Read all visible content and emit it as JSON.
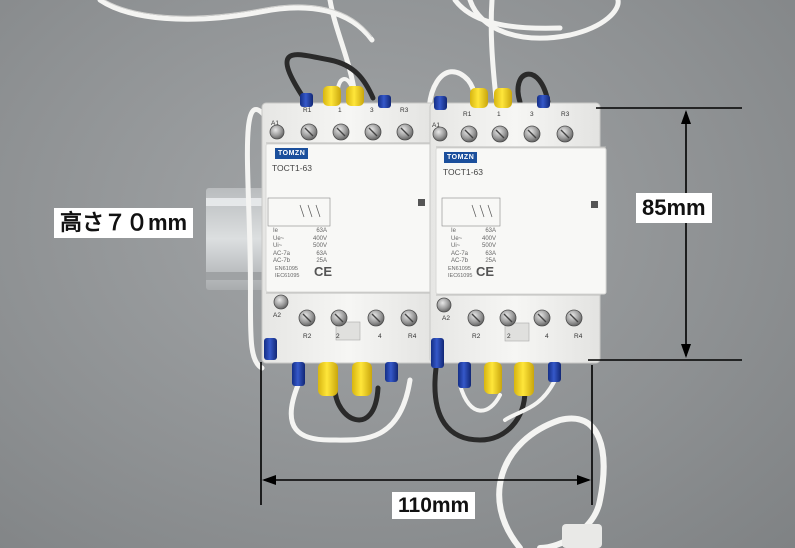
{
  "annotations": {
    "height_label": "高さ７０mm",
    "height_dim": "85mm",
    "width_dim": "110mm"
  },
  "device": {
    "brand": "TOMZN",
    "model_left": "TOCT1-63",
    "model_right": "TOCT1-63",
    "top_terminals": [
      "A1",
      "R1",
      "1",
      "3",
      "R3"
    ],
    "bottom_terminals": [
      "A2",
      "R2",
      "2",
      "4",
      "R4"
    ],
    "specs": [
      "Ie",
      "Ue~",
      "Ui~",
      "AC-7a",
      "AC-7b"
    ],
    "spec_values": [
      "63A",
      "400V",
      "500V",
      "63A",
      "25A"
    ],
    "standards": [
      "EN61095",
      "IEC61095"
    ],
    "ce": "CE"
  },
  "colors": {
    "background": "#8f9294",
    "housing": "#f1f1ef",
    "din_rail": "#c9ccce",
    "wire_white": "#f4f4f2",
    "wire_black": "#2a2a2a",
    "ferrule_yellow": "#f2d21b",
    "ferrule_blue": "#1f3fa8",
    "brand_blue": "#1b4f9c",
    "dimension_line": "#000000"
  }
}
